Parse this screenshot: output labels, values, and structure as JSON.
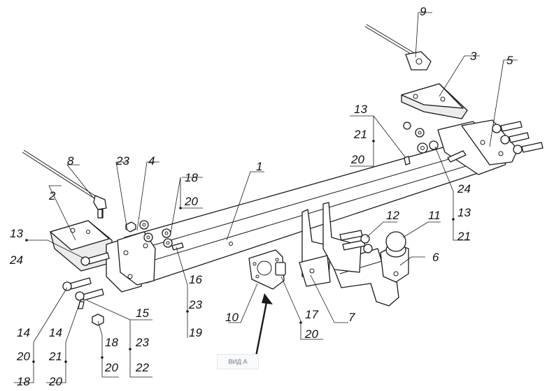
{
  "diagram": {
    "callouts": [
      {
        "id": "c1",
        "lines": [
          "1"
        ]
      },
      {
        "id": "c2",
        "lines": [
          "2"
        ]
      },
      {
        "id": "c3",
        "lines": [
          "3"
        ]
      },
      {
        "id": "c4",
        "lines": [
          "4"
        ]
      },
      {
        "id": "c5",
        "lines": [
          "5"
        ]
      },
      {
        "id": "c6",
        "lines": [
          "6"
        ]
      },
      {
        "id": "c7",
        "lines": [
          "7"
        ]
      },
      {
        "id": "c8",
        "lines": [
          "8"
        ]
      },
      {
        "id": "c9",
        "lines": [
          "9"
        ]
      },
      {
        "id": "c10",
        "lines": [
          "10"
        ]
      },
      {
        "id": "c11",
        "lines": [
          "11"
        ]
      },
      {
        "id": "c12",
        "lines": [
          "12"
        ]
      },
      {
        "id": "c23top",
        "lines": [
          "23"
        ]
      },
      {
        "id": "c13left",
        "lines": [
          "13",
          "24"
        ]
      },
      {
        "id": "c18top",
        "lines": [
          "18",
          "20"
        ]
      },
      {
        "id": "c16",
        "lines": [
          "16",
          "23",
          "19"
        ]
      },
      {
        "id": "c13right",
        "lines": [
          "13",
          "21",
          "20"
        ]
      },
      {
        "id": "c24right",
        "lines": [
          "24",
          "13",
          "21"
        ]
      },
      {
        "id": "c15",
        "lines": [
          "15",
          "18",
          "23",
          "20",
          "22"
        ]
      },
      {
        "id": "c14a",
        "lines": [
          "14",
          "20",
          "18"
        ]
      },
      {
        "id": "c14b",
        "lines": [
          "14",
          "21",
          "20"
        ]
      },
      {
        "id": "c17",
        "lines": [
          "17",
          "20"
        ]
      }
    ],
    "view_arrow_caption": "ВИД А"
  }
}
